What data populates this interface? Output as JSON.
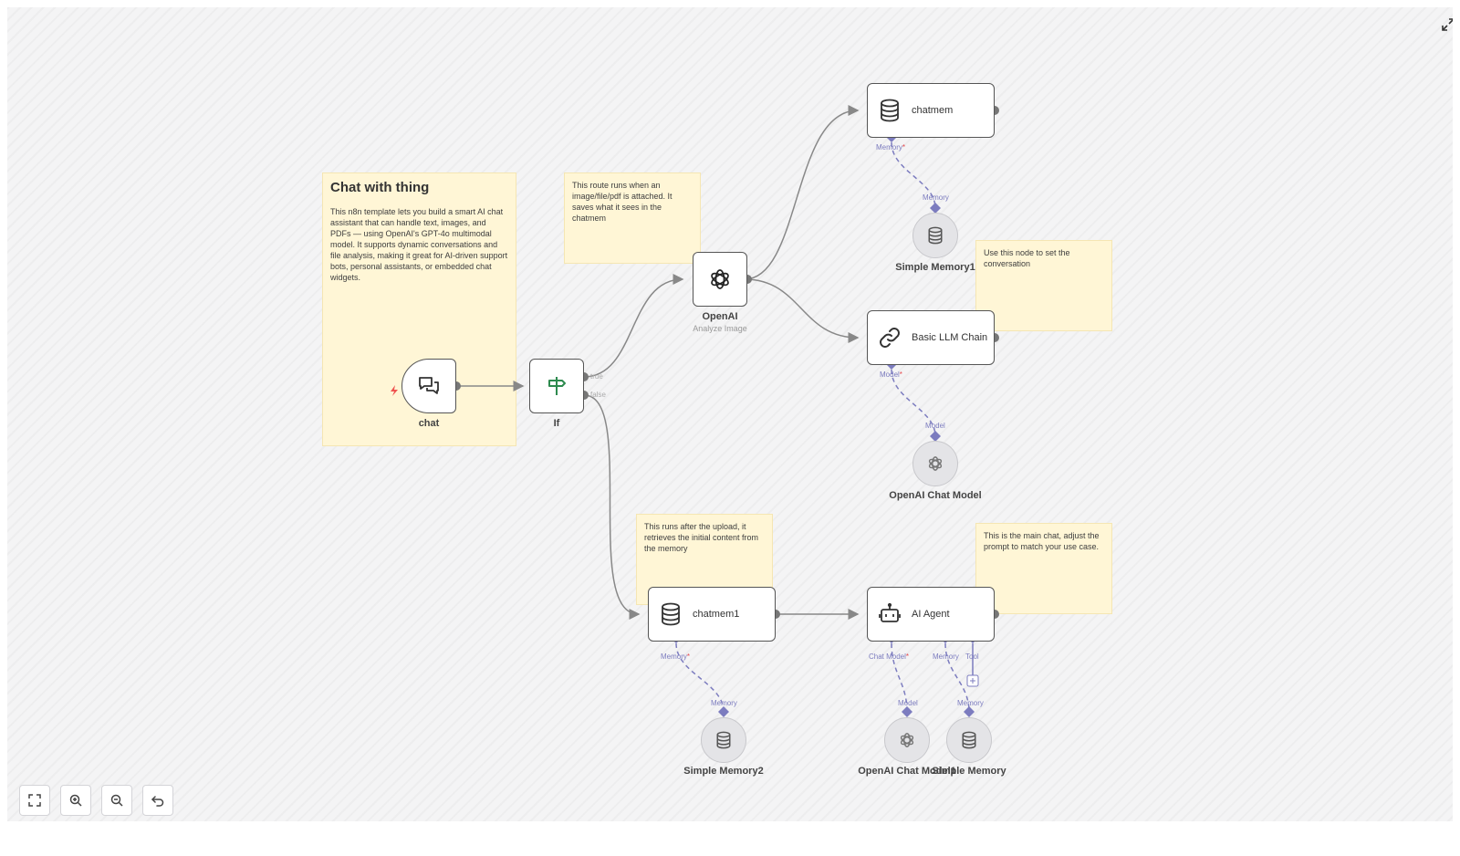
{
  "canvas": {
    "expand_icon": "expand-arrows-icon"
  },
  "stickies": {
    "main": {
      "title": "Chat with thing",
      "body": "This n8n template lets you build a smart AI chat assistant that can handle text, images, and PDFs — using OpenAI's GPT-4o multimodal model. It supports dynamic conversations and file analysis, making it great for AI-driven support bots, personal assistants, or embedded chat widgets."
    },
    "route": "This route runs when an image/file/pdf is attached. It saves what it sees in the chatmem",
    "conversation": "Use this node to set the conversation",
    "upload": "This runs after the upload, it retrieves the initial content from the memory",
    "mainchat": "This is the main chat, adjust the prompt to match your use case."
  },
  "nodes": {
    "chat": {
      "label": "chat",
      "icon": "chat-bubbles-icon"
    },
    "if": {
      "label": "If",
      "icon": "signpost-icon",
      "true_label": "true",
      "false_label": "false"
    },
    "openai": {
      "label": "OpenAI",
      "sublabel": "Analyze Image",
      "icon": "openai-icon"
    },
    "chatmem": {
      "label": "chatmem",
      "icon": "database-icon"
    },
    "basic_llm_chain": {
      "label": "Basic LLM Chain",
      "icon": "link-icon"
    },
    "chatmem1": {
      "label": "chatmem1",
      "icon": "database-icon"
    },
    "ai_agent": {
      "label": "AI Agent",
      "icon": "robot-icon"
    },
    "simple_memory1": {
      "label": "Simple Memory1"
    },
    "openai_chat_model": {
      "label": "OpenAI Chat Model"
    },
    "simple_memory2": {
      "label": "Simple Memory2"
    },
    "openai_chat_model1": {
      "label": "OpenAI Chat Model1"
    },
    "simple_memory": {
      "label": "Simple Memory"
    }
  },
  "ports": {
    "memory": "Memory",
    "model": "Model",
    "chat_model": "Chat Model",
    "tool": "Tool",
    "required_mark": "*"
  },
  "colors": {
    "sticky_bg": "#fff6d6",
    "wire": "#888888",
    "sub_wire": "#7c7cbf",
    "if_green": "#2d8a4e",
    "trigger_bolt": "#ef5350"
  },
  "controls": [
    "fit-view-icon",
    "zoom-in-icon",
    "zoom-out-icon",
    "undo-icon"
  ]
}
